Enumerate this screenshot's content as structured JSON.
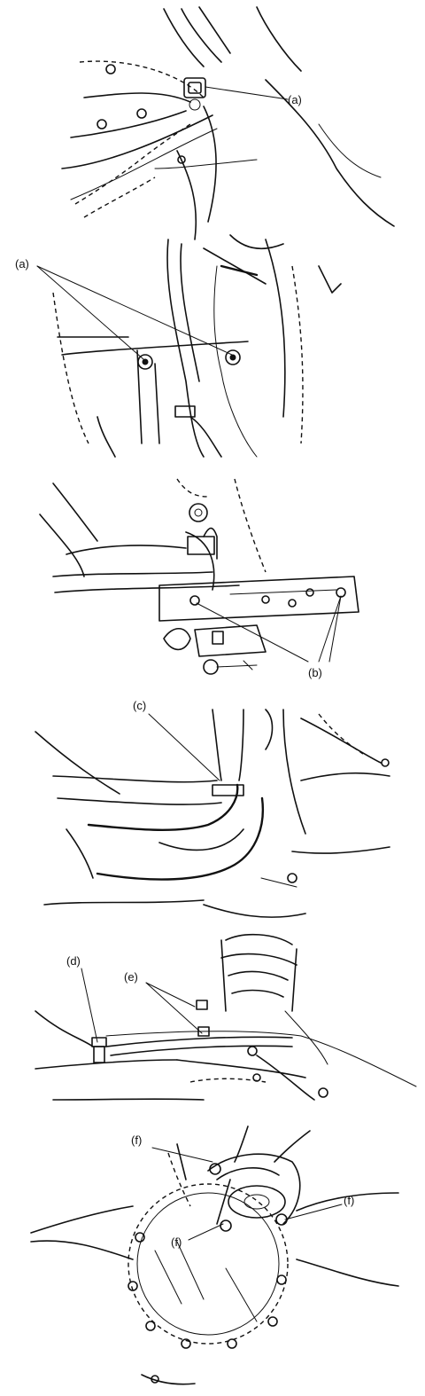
{
  "panels": [
    {
      "id": "panel-1",
      "callouts": [
        "(a)"
      ]
    },
    {
      "id": "panel-2",
      "callouts": [
        "(a)"
      ]
    },
    {
      "id": "panel-3",
      "callouts": [
        "(b)"
      ]
    },
    {
      "id": "panel-4",
      "callouts": [
        "(c)"
      ]
    },
    {
      "id": "panel-5",
      "callouts": [
        "(d)",
        "(e)"
      ]
    },
    {
      "id": "panel-6",
      "callouts": [
        "(f)",
        "(f)",
        "(f)"
      ]
    }
  ]
}
